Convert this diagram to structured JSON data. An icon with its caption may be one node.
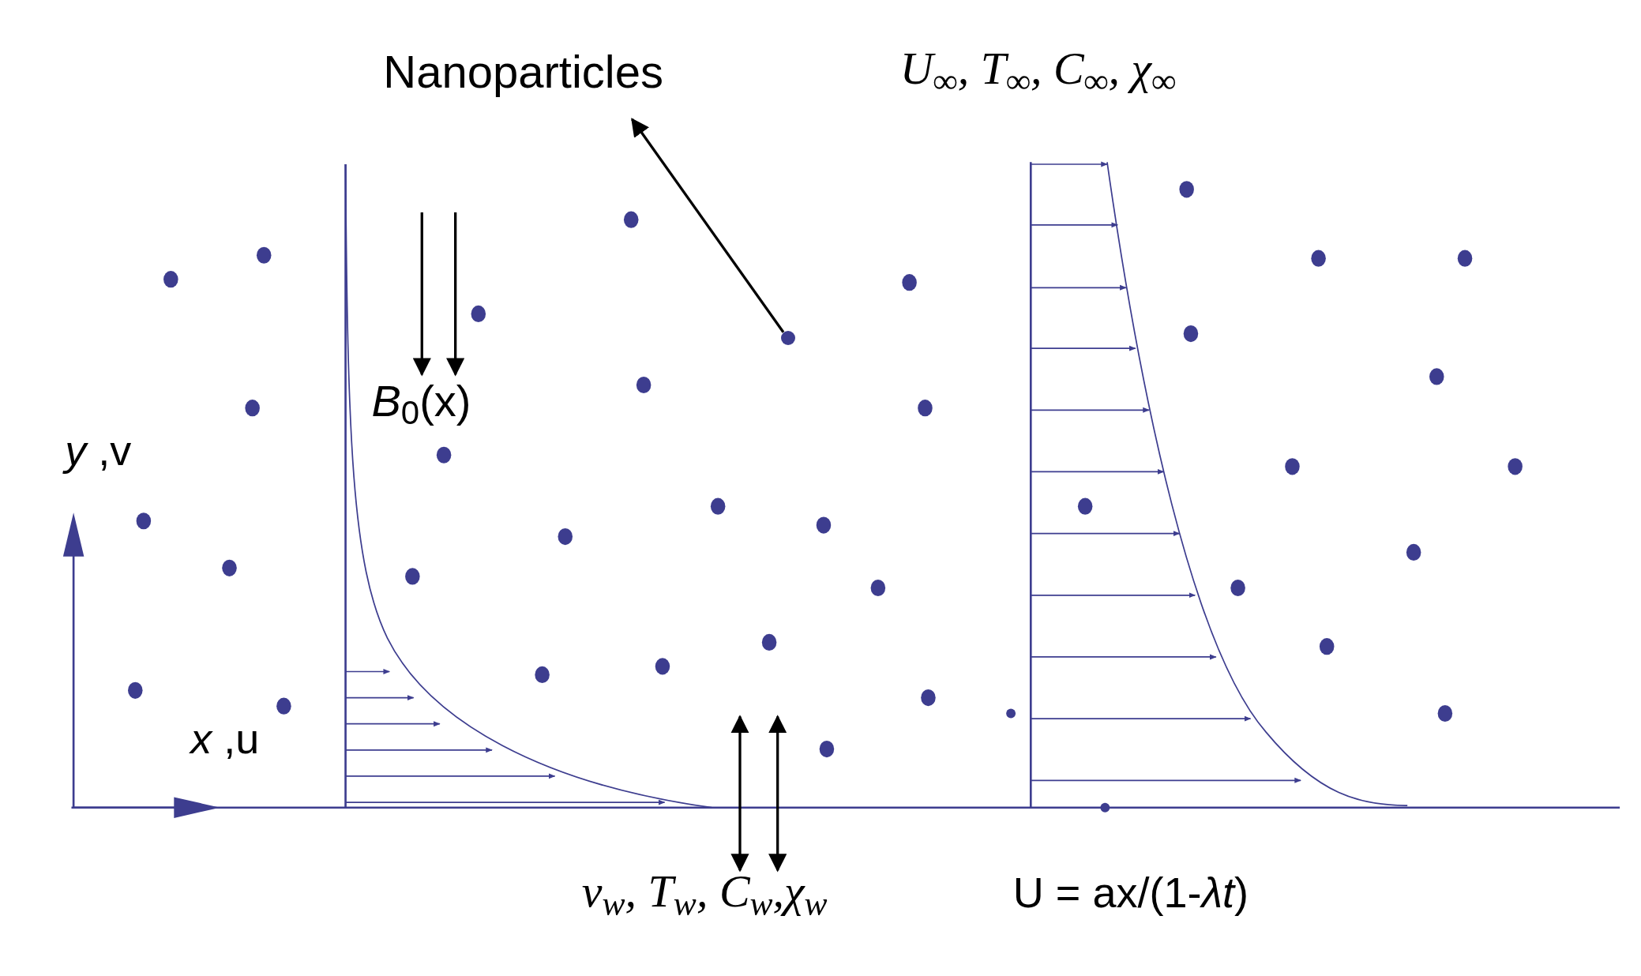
{
  "diagram": {
    "nodes": [
      {
        "text": [
          "Nanoparticles"
        ]
      },
      {
        "text": [],
        "shape": "circle"
      }
    ],
    "edges": [
      {
        "from": 1,
        "to": 0,
        "arrow": "to"
      }
    ],
    "labels": [
      "U$_{∞}$, T$_{∞}$, C$_{∞}$, χ$_{∞}$",
      "*B*$_{0}$(x)",
      "*y* ,v",
      "*x* ,u",
      "v$_{w}$, T$_{w}$, C$_{w}$,χ$_{w}$",
      "U = ax/(1-*λt*)"
    ]
  }
}
